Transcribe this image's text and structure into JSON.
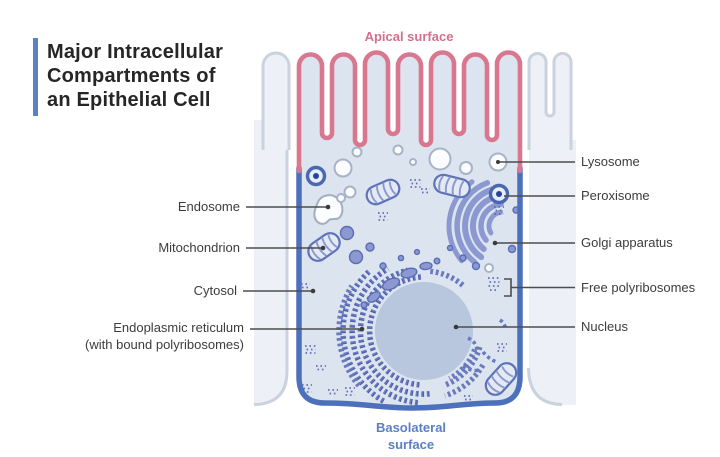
{
  "title": {
    "line1": "Major Intracellular",
    "line2": "Compartments of",
    "line3": "an Epithelial Cell"
  },
  "apical": {
    "label": "Apical surface"
  },
  "basolateral": {
    "line1": "Basolateral",
    "line2": "surface"
  },
  "labels_left": {
    "endosome": "Endosome",
    "mitochondrion": "Mitochondrion",
    "cytosol": "Cytosol",
    "er_line1": "Endoplasmic reticulum",
    "er_line2": "(with bound polyribosomes)"
  },
  "labels_right": {
    "lysosome": "Lysosome",
    "peroxisome": "Peroxisome",
    "golgi": "Golgi apparatus",
    "free_polyribosomes": "Free polyribosomes",
    "nucleus": "Nucleus"
  },
  "colors": {
    "apical_pink": "#d9778f",
    "wall_blue": "#4d70ba",
    "cell_fill": "#dce4f0",
    "nucleus_fill": "#b8c6de",
    "organelle_purple": "#8b99d0",
    "er_bead": "#6a7abf",
    "neighbor_fill": "#edf1f7",
    "neighbor_stroke": "#c9d2de",
    "label_text": "#3c3c3c",
    "title_text": "#262626",
    "accent_bar": "#5b82c4",
    "basolateral_blue": "#5b7ec4"
  }
}
